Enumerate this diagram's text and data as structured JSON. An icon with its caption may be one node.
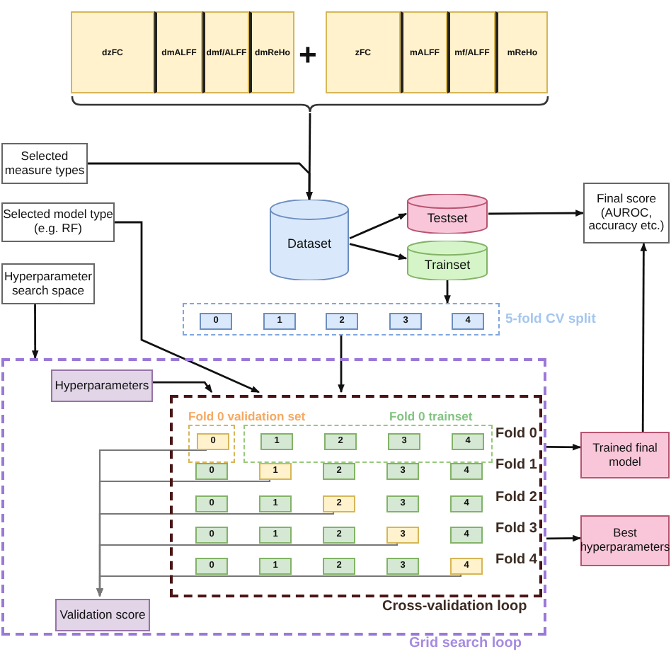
{
  "diagram": {
    "nodes": [
      {
        "text": [
          "dzFC"
        ]
      },
      {
        "text": [
          "dmALFF"
        ]
      },
      {
        "text": [
          "dmf/ALFF"
        ]
      },
      {
        "text": [
          "dmReHo"
        ]
      },
      {
        "text": [
          "zFC"
        ]
      },
      {
        "text": [
          "mALFF"
        ]
      },
      {
        "text": [
          "mf/ALFF"
        ]
      },
      {
        "text": [
          "mReHo"
        ]
      },
      {
        "text": [
          "Selected measure types"
        ]
      },
      {
        "text": [
          "Dataset"
        ]
      },
      {
        "text": [
          "Testset"
        ]
      },
      {
        "text": [
          "Trainset"
        ]
      },
      {
        "text": [
          "Final score (AUROC, accuracy etc.)"
        ]
      },
      {
        "text": [
          "Selected model type (e.g. RF)"
        ]
      },
      {
        "text": [
          "Hyperparameter search space"
        ]
      },
      {
        "text": [
          "5-fold CV split"
        ]
      },
      {
        "text": [
          "0"
        ],
        "in": 15
      },
      {
        "text": [
          "1"
        ],
        "in": 15
      },
      {
        "text": [
          "2"
        ],
        "in": 15
      },
      {
        "text": [
          "3"
        ],
        "in": 15
      },
      {
        "text": [
          "4"
        ],
        "in": 15
      },
      {
        "text": [
          "Grid search loop"
        ]
      },
      {
        "text": [
          "Hyperparameters"
        ],
        "in": 21
      },
      {
        "text": [
          "Cross-validation loop"
        ],
        "in": 21
      },
      {
        "text": [
          "Fold 0 validation set"
        ],
        "in": 23
      },
      {
        "text": [
          "0"
        ],
        "in": 24
      },
      {
        "text": [
          "Fold 0 trainset"
        ],
        "in": 23
      },
      {
        "text": [
          "1"
        ],
        "in": 26
      },
      {
        "text": [
          "2"
        ],
        "in": 26
      },
      {
        "text": [
          "3"
        ],
        "in": 26
      },
      {
        "text": [
          "4"
        ],
        "in": 26
      },
      {
        "text": [
          "0"
        ],
        "in": 23
      },
      {
        "text": [
          "1"
        ],
        "in": 23
      },
      {
        "text": [
          "2"
        ],
        "in": 23
      },
      {
        "text": [
          "3"
        ],
        "in": 23
      },
      {
        "text": [
          "4"
        ],
        "in": 23
      },
      {
        "text": [
          "0"
        ],
        "in": 23
      },
      {
        "text": [
          "1"
        ],
        "in": 23
      },
      {
        "text": [
          "2"
        ],
        "in": 23
      },
      {
        "text": [
          "3"
        ],
        "in": 23
      },
      {
        "text": [
          "4"
        ],
        "in": 23
      },
      {
        "text": [
          "0"
        ],
        "in": 23
      },
      {
        "text": [
          "1"
        ],
        "in": 23
      },
      {
        "text": [
          "2"
        ],
        "in": 23
      },
      {
        "text": [
          "3"
        ],
        "in": 23
      },
      {
        "text": [
          "4"
        ],
        "in": 23
      },
      {
        "text": [
          "0"
        ],
        "in": 23
      },
      {
        "text": [
          "1"
        ],
        "in": 23
      },
      {
        "text": [
          "2"
        ],
        "in": 23
      },
      {
        "text": [
          "3"
        ],
        "in": 23
      },
      {
        "text": [
          "4"
        ],
        "in": 23
      },
      {
        "text": [
          "Validation score"
        ],
        "in": 21
      },
      {
        "text": [
          "Trained final model"
        ]
      },
      {
        "text": [
          "Best hyperparameters"
        ]
      }
    ],
    "edges": [
      {
        "from": null,
        "to": 9,
        "arrow": "to"
      },
      {
        "from": 8,
        "to": 9,
        "arrow": "to"
      },
      {
        "from": 9,
        "to": 10,
        "arrow": "to"
      },
      {
        "from": 9,
        "to": 11,
        "arrow": "to"
      },
      {
        "from": 10,
        "to": 12,
        "arrow": "to"
      },
      {
        "from": 11,
        "to": 15,
        "arrow": "to"
      },
      {
        "from": 15,
        "to": 23,
        "arrow": "to"
      },
      {
        "from": 13,
        "to": 23,
        "arrow": "to"
      },
      {
        "from": 14,
        "to": 21,
        "arrow": "to"
      },
      {
        "from": 22,
        "to": 23,
        "arrow": "to"
      },
      {
        "from": 25,
        "to": 51,
        "arrow": "to",
        "color": "#777777"
      },
      {
        "from": 32,
        "to": 51,
        "arrow": "to",
        "color": "#777777"
      },
      {
        "from": 38,
        "to": 51,
        "arrow": "to",
        "color": "#777777"
      },
      {
        "from": 44,
        "to": 51,
        "arrow": "to",
        "color": "#777777"
      },
      {
        "from": 50,
        "to": 51,
        "arrow": "to",
        "color": "#777777"
      },
      {
        "from": 21,
        "to": 52,
        "arrow": "to"
      },
      {
        "from": 21,
        "to": 53,
        "arrow": "to"
      },
      {
        "from": 52,
        "to": 12,
        "arrow": "to"
      }
    ],
    "labels": [
      "+",
      "Fold 0",
      "Fold 1",
      "Fold 2",
      "Fold 3",
      "Fold 4"
    ]
  }
}
